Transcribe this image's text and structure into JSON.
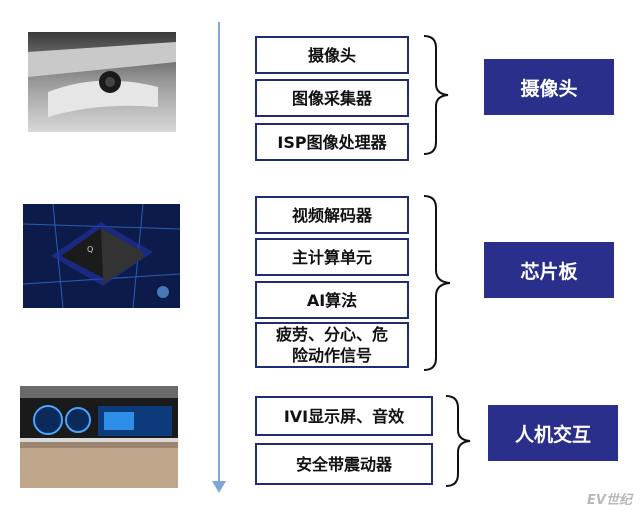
{
  "groups": [
    {
      "category": "摄像头",
      "items": [
        "摄像头",
        "图像采集器",
        "ISP图像处理器"
      ]
    },
    {
      "category": "芯片板",
      "items": [
        "视频解码器",
        "主计算单元",
        "AI算法",
        "疲劳、分心、危险动作信号"
      ]
    },
    {
      "category": "人机交互",
      "items": [
        "IVI显示屏、音效",
        "安全带震动器"
      ]
    }
  ],
  "watermark": "EV世纪",
  "colors": {
    "category_fill": "#2b2f8c",
    "box_border": "#1f2d6e",
    "timeline": "#7fa6d6"
  },
  "icons": [
    "camera-photo",
    "chip-photo",
    "dashboard-photo"
  ]
}
